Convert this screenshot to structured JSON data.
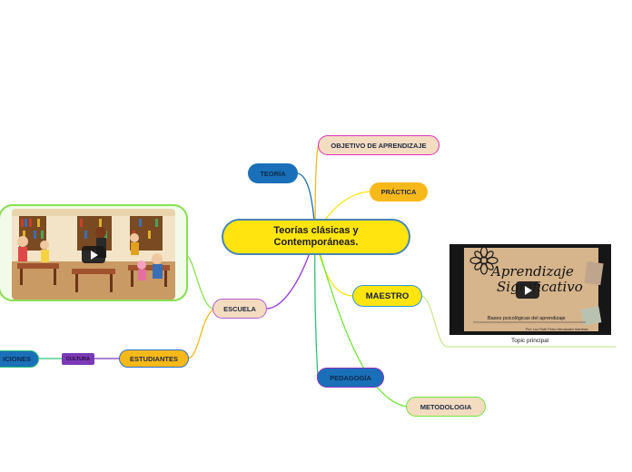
{
  "central": {
    "line1": "Teorías clásicas y",
    "line2": "Contemporáneas."
  },
  "nodes": {
    "objetivo": "OBJETIVO DE APRENDIZAJE",
    "teoria": "TEORÍA",
    "practica": "PRÁCTICA",
    "maestro": "MAESTRO",
    "pedagogia": "PEDAGOGÍA",
    "metodologia": "METODOLOGIA",
    "escuela": "ESCUELA",
    "estudiantes": "ESTUDIANTES",
    "cultura": "CULTURA",
    "relaciones": "ICIONES"
  },
  "videos": {
    "right_title_line1": "Aprendizaje",
    "right_title_line2": "Significativo",
    "right_subtitle": "Bases psicológicas del aprendizaje",
    "right_author": "Por: Luz Ruth Ferro Hernández Martínez",
    "right_caption": "Topic principal"
  },
  "colors": {
    "central_fill": "#ffe40f",
    "blue_node": "#1a70b8",
    "orange_node": "#f7b819",
    "beige_node": "#f4dcc0",
    "purple_node": "#7b3ab5"
  },
  "icons": [
    "play-icon",
    "flower-icon"
  ]
}
